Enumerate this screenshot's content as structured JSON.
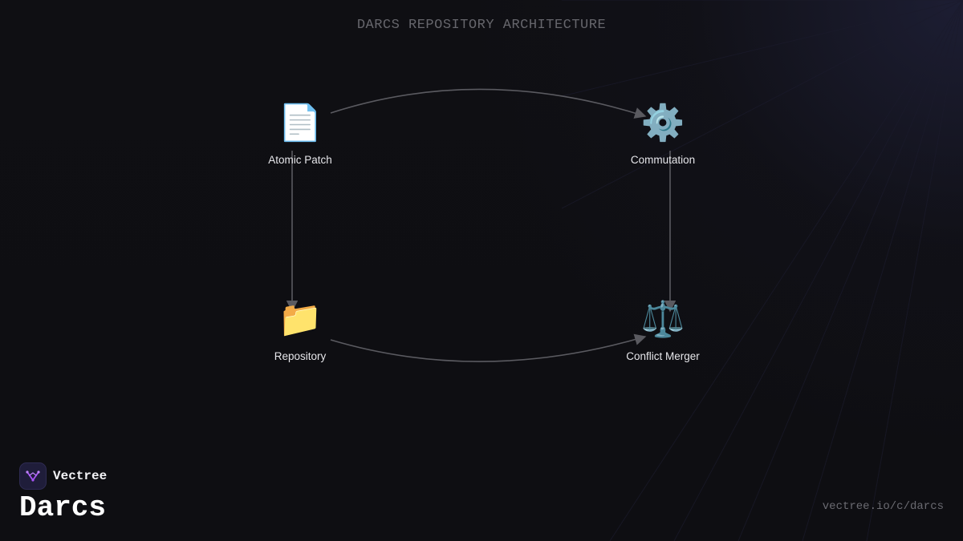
{
  "diagram": {
    "title": "DARCS REPOSITORY ARCHITECTURE",
    "nodes": [
      {
        "id": "atomic-patch",
        "label": "Atomic Patch",
        "icon": "page-icon",
        "glyph": "📄"
      },
      {
        "id": "commutation",
        "label": "Commutation",
        "icon": "gear-icon",
        "glyph": "⚙️"
      },
      {
        "id": "repository",
        "label": "Repository",
        "icon": "folder-icon",
        "glyph": "📁"
      },
      {
        "id": "conflict-merger",
        "label": "Conflict Merger",
        "icon": "scales-icon",
        "glyph": "⚖️"
      }
    ],
    "edges": [
      {
        "from": "atomic-patch",
        "to": "commutation"
      },
      {
        "from": "atomic-patch",
        "to": "repository"
      },
      {
        "from": "commutation",
        "to": "conflict-merger"
      },
      {
        "from": "repository",
        "to": "conflict-merger"
      }
    ]
  },
  "branding": {
    "company": "Vectree",
    "product": "Darcs",
    "url": "vectree.io/c/darcs",
    "accent_color": "#a855f7"
  },
  "colors": {
    "background": "#0e0e12",
    "edge": "#5a5a60",
    "label": "#e6e6ea",
    "title": "#66666c"
  }
}
